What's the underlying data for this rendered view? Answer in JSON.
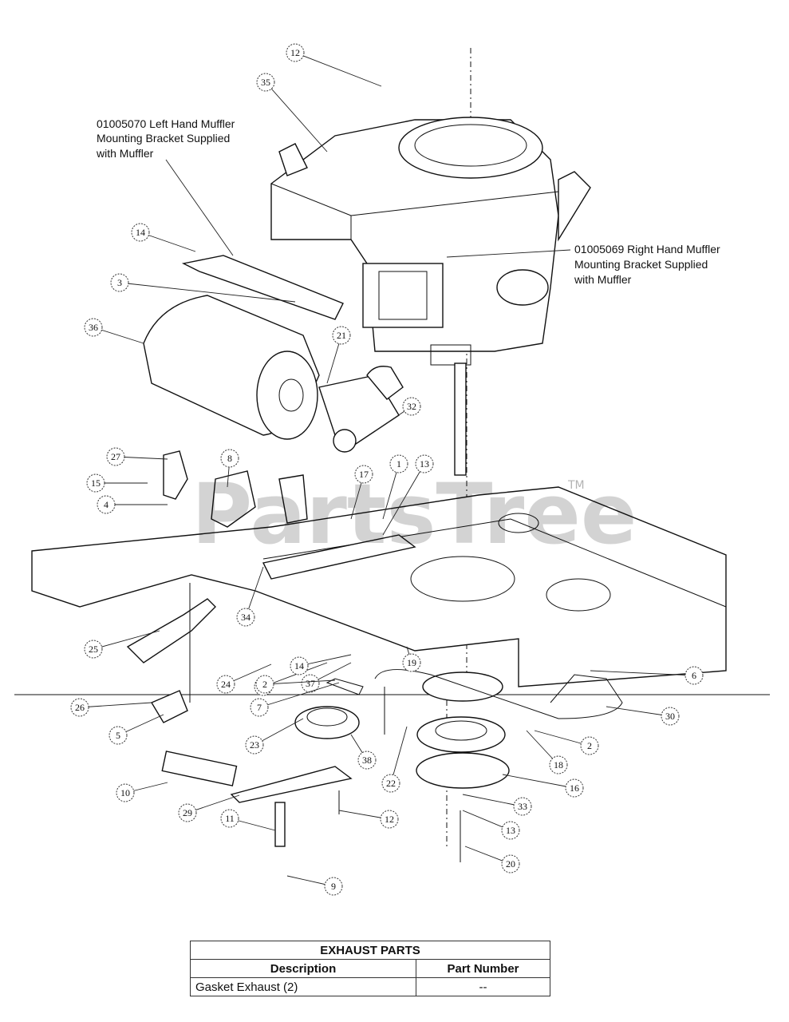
{
  "watermark": {
    "text": "PartsTree",
    "trademark": "TM"
  },
  "notes": [
    {
      "id": "left-bracket-note",
      "lines": [
        "01005070 Left Hand Muffler",
        "Mounting Bracket Supplied",
        "with Muffler"
      ]
    },
    {
      "id": "right-bracket-note",
      "lines": [
        "01005069 Right Hand Muffler",
        "Mounting Bracket Supplied",
        "with Muffler"
      ]
    }
  ],
  "callouts": [
    "12",
    "35",
    "14",
    "3",
    "36",
    "21",
    "32",
    "27",
    "8",
    "15",
    "4",
    "17",
    "1",
    "13",
    "34",
    "25",
    "21",
    "14",
    "37",
    "19",
    "24",
    "2",
    "7",
    "26",
    "5",
    "6",
    "30",
    "23",
    "38",
    "22",
    "18",
    "2",
    "16",
    "10",
    "29",
    "11",
    "12",
    "33",
    "13",
    "20",
    "9"
  ],
  "table": {
    "title": "EXHAUST PARTS",
    "headers": [
      "Description",
      "Part Number"
    ],
    "rows": [
      {
        "description": "Gasket Exhaust (2)",
        "part_number": "--"
      }
    ]
  }
}
